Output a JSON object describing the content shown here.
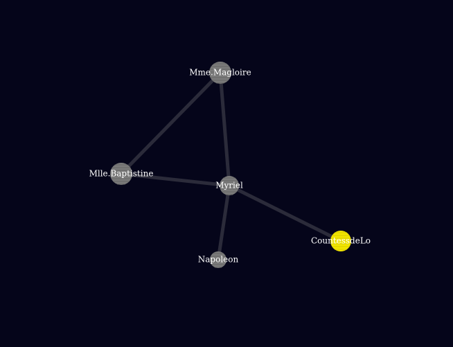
{
  "graph": {
    "background": "#05051a",
    "edge_color": "#2b2b3a",
    "nodes": [
      {
        "id": "Myriel",
        "label": "Myriel",
        "color": "#7a7a7a",
        "highlighted": false
      },
      {
        "id": "Mme.Magloire",
        "label": "Mme.Magloire",
        "color": "#7a7a7a",
        "highlighted": false
      },
      {
        "id": "Mlle.Baptistine",
        "label": "Mlle.Baptistine",
        "color": "#7a7a7a",
        "highlighted": false
      },
      {
        "id": "Napoleon",
        "label": "Napoleon",
        "color": "#7a7a7a",
        "highlighted": false
      },
      {
        "id": "CountessdeLo",
        "label": "CountessdeLo",
        "color": "#f2e600",
        "highlighted": true
      }
    ],
    "edges": [
      {
        "source": "Mme.Magloire",
        "target": "Mlle.Baptistine"
      },
      {
        "source": "Mme.Magloire",
        "target": "Myriel"
      },
      {
        "source": "Mlle.Baptistine",
        "target": "Myriel"
      },
      {
        "source": "Myriel",
        "target": "Napoleon"
      },
      {
        "source": "Myriel",
        "target": "CountessdeLo"
      }
    ]
  }
}
